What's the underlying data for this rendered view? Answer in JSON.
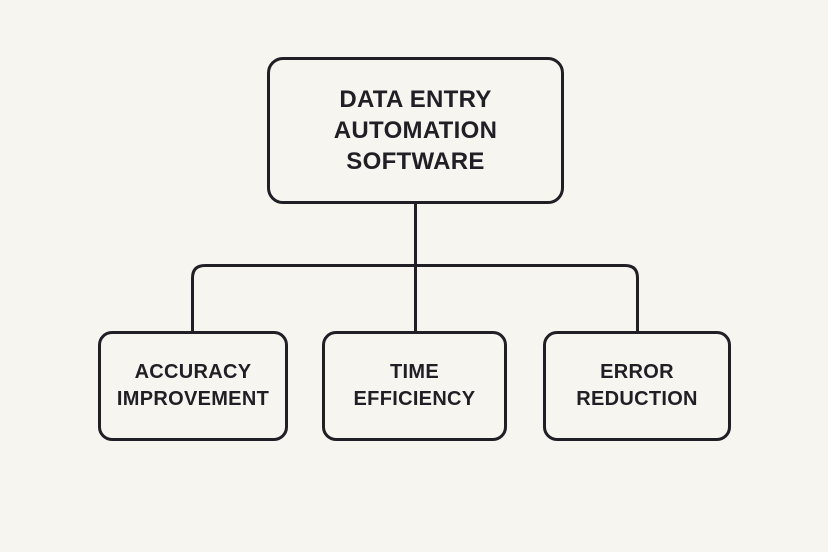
{
  "colors": {
    "background": "#f7f5f0",
    "stroke": "#1f1f25",
    "text": "#1f1f25"
  },
  "flowchart": {
    "root_node": {
      "label": "DATA ENTRY\nAUTOMATION\nSOFTWARE"
    },
    "child_nodes": [
      {
        "label": "ACCURACY\nIMPROVEMENT"
      },
      {
        "label": "TIME\nEFFICIENCY"
      },
      {
        "label": "ERROR\nREDUCTION"
      }
    ]
  }
}
